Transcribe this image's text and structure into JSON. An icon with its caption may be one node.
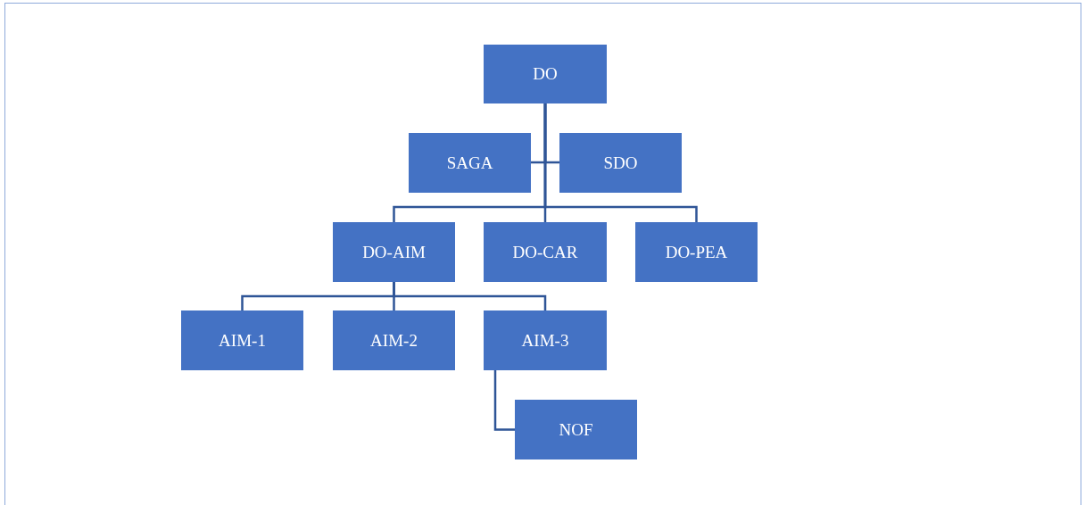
{
  "diagram": {
    "nodes": [
      {
        "text": [
          "DO"
        ]
      },
      {
        "text": [
          "SAGA"
        ]
      },
      {
        "text": [
          "SDO"
        ]
      },
      {
        "text": [
          "DO-AIM"
        ]
      },
      {
        "text": [
          "DO-CAR"
        ]
      },
      {
        "text": [
          "DO-PEA"
        ]
      },
      {
        "text": [
          "AIM-1"
        ]
      },
      {
        "text": [
          "AIM-2"
        ]
      },
      {
        "text": [
          "AIM-3"
        ]
      },
      {
        "text": [
          "NOF"
        ]
      }
    ],
    "edges": [
      {
        "from": 0,
        "to": 1,
        "arrow": "none"
      },
      {
        "from": 0,
        "to": 2,
        "arrow": "none"
      },
      {
        "from": 0,
        "to": 3,
        "arrow": "none"
      },
      {
        "from": 0,
        "to": 4,
        "arrow": "none"
      },
      {
        "from": 0,
        "to": 5,
        "arrow": "none"
      },
      {
        "from": 3,
        "to": 6,
        "arrow": "none"
      },
      {
        "from": 3,
        "to": 7,
        "arrow": "none"
      },
      {
        "from": 3,
        "to": 8,
        "arrow": "none"
      },
      {
        "from": 8,
        "to": 9,
        "arrow": "none"
      }
    ]
  }
}
